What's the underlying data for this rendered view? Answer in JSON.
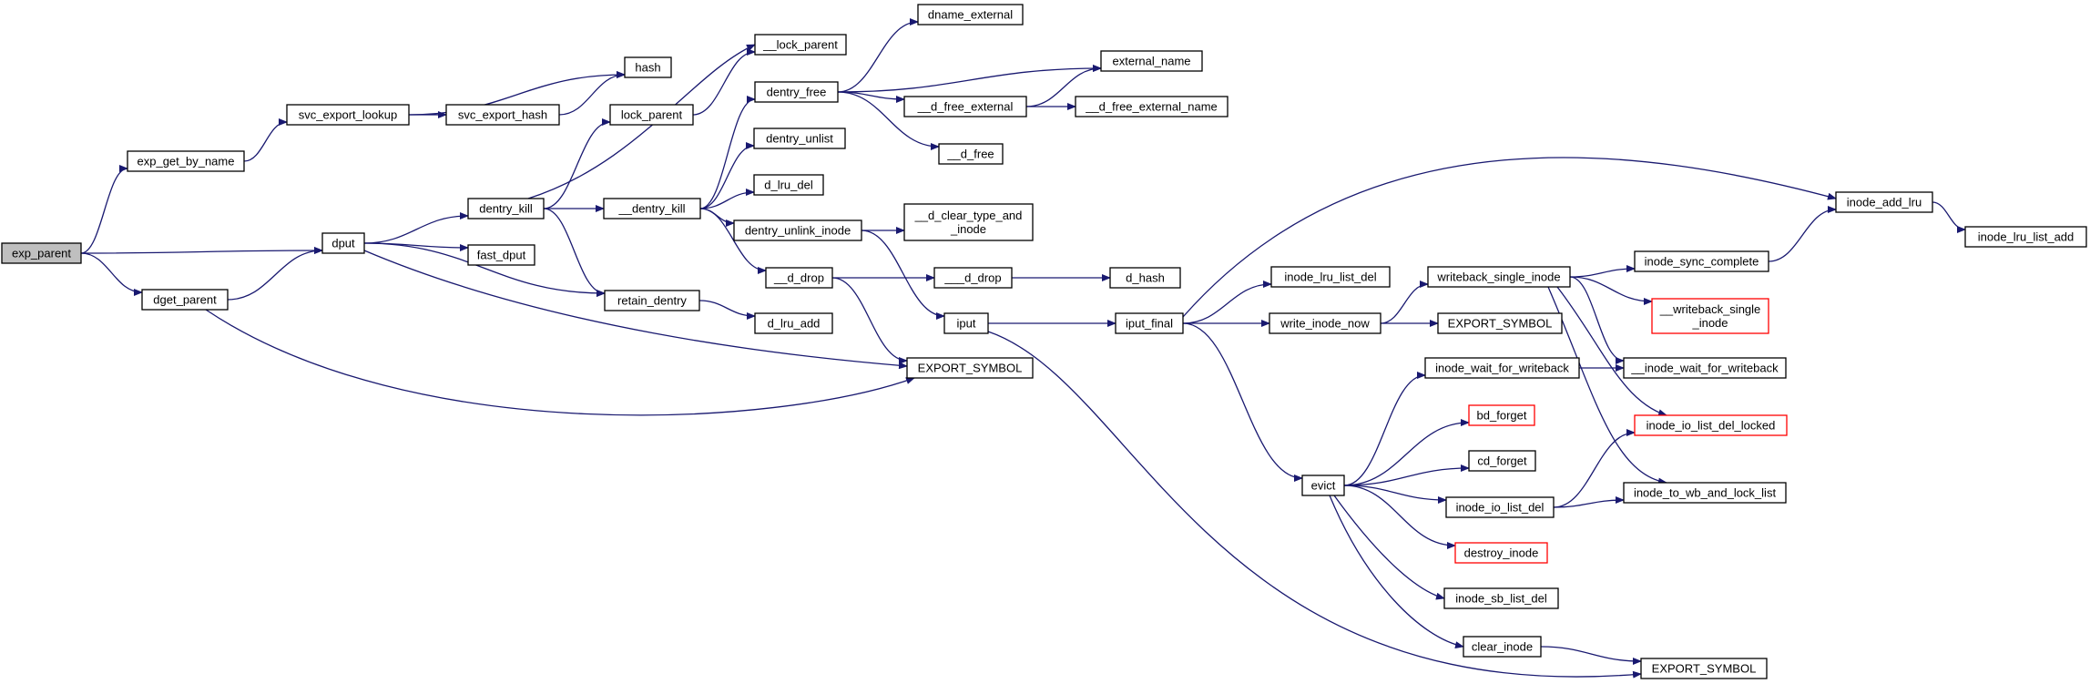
{
  "graph": {
    "colors": {
      "edge": "#191970",
      "root_fill": "#bfbfbf",
      "truncated_border": "#ff0000",
      "node_border": "#000000"
    },
    "nodes": [
      {
        "id": "exp_parent",
        "lines": [
          "exp_parent"
        ],
        "kind": "root"
      },
      {
        "id": "exp_get_by_name",
        "lines": [
          "exp_get_by_name"
        ]
      },
      {
        "id": "dget_parent",
        "lines": [
          "dget_parent"
        ]
      },
      {
        "id": "dput",
        "lines": [
          "dput"
        ]
      },
      {
        "id": "svc_export_lookup",
        "lines": [
          "svc_export_lookup"
        ]
      },
      {
        "id": "svc_export_hash",
        "lines": [
          "svc_export_hash"
        ]
      },
      {
        "id": "hash",
        "lines": [
          "hash"
        ]
      },
      {
        "id": "dentry_kill",
        "lines": [
          "dentry_kill"
        ]
      },
      {
        "id": "fast_dput",
        "lines": [
          "fast_dput"
        ]
      },
      {
        "id": "retain_dentry",
        "lines": [
          "retain_dentry"
        ]
      },
      {
        "id": "lock_parent",
        "lines": [
          "lock_parent"
        ]
      },
      {
        "id": "__lock_parent",
        "lines": [
          "__lock_parent"
        ]
      },
      {
        "id": "__dentry_kill",
        "lines": [
          "__dentry_kill"
        ]
      },
      {
        "id": "d_lru_add",
        "lines": [
          "d_lru_add"
        ]
      },
      {
        "id": "EXPORT_SYMBOL_1",
        "lines": [
          "EXPORT_SYMBOL"
        ]
      },
      {
        "id": "dentry_free",
        "lines": [
          "dentry_free"
        ]
      },
      {
        "id": "dentry_unlist",
        "lines": [
          "dentry_unlist"
        ]
      },
      {
        "id": "d_lru_del",
        "lines": [
          "d_lru_del"
        ]
      },
      {
        "id": "dentry_unlink_inode",
        "lines": [
          "dentry_unlink_inode"
        ]
      },
      {
        "id": "__d_drop",
        "lines": [
          "__d_drop"
        ]
      },
      {
        "id": "dname_external",
        "lines": [
          "dname_external"
        ]
      },
      {
        "id": "external_name",
        "lines": [
          "external_name"
        ]
      },
      {
        "id": "__d_free_external",
        "lines": [
          "__d_free_external"
        ]
      },
      {
        "id": "__d_free_external_name",
        "lines": [
          "__d_free_external_name"
        ]
      },
      {
        "id": "__d_free",
        "lines": [
          "__d_free"
        ]
      },
      {
        "id": "__d_clear_type_and_inode",
        "lines": [
          "__d_clear_type_and",
          "_inode"
        ]
      },
      {
        "id": "___d_drop",
        "lines": [
          "___d_drop"
        ]
      },
      {
        "id": "d_hash",
        "lines": [
          "d_hash"
        ]
      },
      {
        "id": "iput",
        "lines": [
          "iput"
        ]
      },
      {
        "id": "iput_final",
        "lines": [
          "iput_final"
        ]
      },
      {
        "id": "inode_lru_list_del",
        "lines": [
          "inode_lru_list_del"
        ]
      },
      {
        "id": "write_inode_now",
        "lines": [
          "write_inode_now"
        ]
      },
      {
        "id": "writeback_single_inode",
        "lines": [
          "writeback_single_inode"
        ]
      },
      {
        "id": "EXPORT_SYMBOL_2",
        "lines": [
          "EXPORT_SYMBOL"
        ]
      },
      {
        "id": "inode_sync_complete",
        "lines": [
          "inode_sync_complete"
        ]
      },
      {
        "id": "inode_add_lru",
        "lines": [
          "inode_add_lru"
        ]
      },
      {
        "id": "inode_lru_list_add",
        "lines": [
          "inode_lru_list_add"
        ]
      },
      {
        "id": "__writeback_single_inode",
        "lines": [
          "__writeback_single",
          "_inode"
        ],
        "kind": "truncated"
      },
      {
        "id": "evict",
        "lines": [
          "evict"
        ]
      },
      {
        "id": "inode_wait_for_writeback",
        "lines": [
          "inode_wait_for_writeback"
        ]
      },
      {
        "id": "__inode_wait_for_writeback",
        "lines": [
          "__inode_wait_for_writeback"
        ]
      },
      {
        "id": "bd_forget",
        "lines": [
          "bd_forget"
        ],
        "kind": "truncated"
      },
      {
        "id": "inode_io_list_del_locked",
        "lines": [
          "inode_io_list_del_locked"
        ],
        "kind": "truncated"
      },
      {
        "id": "cd_forget",
        "lines": [
          "cd_forget"
        ]
      },
      {
        "id": "inode_io_list_del",
        "lines": [
          "inode_io_list_del"
        ]
      },
      {
        "id": "inode_to_wb_and_lock_list",
        "lines": [
          "inode_to_wb_and_lock_list"
        ]
      },
      {
        "id": "destroy_inode",
        "lines": [
          "destroy_inode"
        ],
        "kind": "truncated"
      },
      {
        "id": "inode_sb_list_del",
        "lines": [
          "inode_sb_list_del"
        ]
      },
      {
        "id": "clear_inode",
        "lines": [
          "clear_inode"
        ]
      },
      {
        "id": "EXPORT_SYMBOL_3",
        "lines": [
          "EXPORT_SYMBOL"
        ]
      }
    ],
    "edges": [
      [
        "exp_parent",
        "exp_get_by_name"
      ],
      [
        "exp_parent",
        "dput"
      ],
      [
        "exp_parent",
        "dget_parent"
      ],
      [
        "exp_get_by_name",
        "svc_export_lookup"
      ],
      [
        "svc_export_lookup",
        "hash"
      ],
      [
        "svc_export_lookup",
        "svc_export_hash"
      ],
      [
        "svc_export_hash",
        "hash"
      ],
      [
        "dget_parent",
        "dput"
      ],
      [
        "dget_parent",
        "EXPORT_SYMBOL_1"
      ],
      [
        "dput",
        "dentry_kill"
      ],
      [
        "dput",
        "fast_dput"
      ],
      [
        "dput",
        "retain_dentry"
      ],
      [
        "dput",
        "EXPORT_SYMBOL_1"
      ],
      [
        "dentry_kill",
        "lock_parent"
      ],
      [
        "dentry_kill",
        "__lock_parent"
      ],
      [
        "dentry_kill",
        "__dentry_kill"
      ],
      [
        "dentry_kill",
        "retain_dentry"
      ],
      [
        "lock_parent",
        "__lock_parent"
      ],
      [
        "retain_dentry",
        "d_lru_add"
      ],
      [
        "__dentry_kill",
        "dentry_free"
      ],
      [
        "__dentry_kill",
        "dentry_unlist"
      ],
      [
        "__dentry_kill",
        "d_lru_del"
      ],
      [
        "__dentry_kill",
        "dentry_unlink_inode"
      ],
      [
        "__dentry_kill",
        "__d_drop"
      ],
      [
        "dentry_free",
        "dname_external"
      ],
      [
        "dentry_free",
        "external_name"
      ],
      [
        "dentry_free",
        "__d_free_external"
      ],
      [
        "dentry_free",
        "__d_free"
      ],
      [
        "__d_free_external",
        "external_name"
      ],
      [
        "__d_free_external",
        "__d_free_external_name"
      ],
      [
        "dentry_unlink_inode",
        "__d_clear_type_and_inode"
      ],
      [
        "dentry_unlink_inode",
        "iput"
      ],
      [
        "__d_drop",
        "___d_drop"
      ],
      [
        "__d_drop",
        "EXPORT_SYMBOL_1"
      ],
      [
        "___d_drop",
        "d_hash"
      ],
      [
        "iput",
        "iput_final"
      ],
      [
        "iput",
        "EXPORT_SYMBOL_3"
      ],
      [
        "iput_final",
        "inode_add_lru"
      ],
      [
        "iput_final",
        "inode_lru_list_del"
      ],
      [
        "iput_final",
        "write_inode_now"
      ],
      [
        "iput_final",
        "evict"
      ],
      [
        "inode_add_lru",
        "inode_lru_list_add"
      ],
      [
        "write_inode_now",
        "writeback_single_inode"
      ],
      [
        "write_inode_now",
        "EXPORT_SYMBOL_2"
      ],
      [
        "writeback_single_inode",
        "inode_sync_complete"
      ],
      [
        "writeback_single_inode",
        "__writeback_single_inode"
      ],
      [
        "writeback_single_inode",
        "__inode_wait_for_writeback"
      ],
      [
        "writeback_single_inode",
        "inode_io_list_del_locked"
      ],
      [
        "writeback_single_inode",
        "inode_to_wb_and_lock_list"
      ],
      [
        "inode_sync_complete",
        "inode_add_lru"
      ],
      [
        "evict",
        "inode_wait_for_writeback"
      ],
      [
        "evict",
        "bd_forget"
      ],
      [
        "evict",
        "cd_forget"
      ],
      [
        "evict",
        "inode_io_list_del"
      ],
      [
        "evict",
        "destroy_inode"
      ],
      [
        "evict",
        "inode_sb_list_del"
      ],
      [
        "evict",
        "clear_inode"
      ],
      [
        "inode_wait_for_writeback",
        "__inode_wait_for_writeback"
      ],
      [
        "inode_io_list_del",
        "inode_io_list_del_locked"
      ],
      [
        "inode_io_list_del",
        "inode_to_wb_and_lock_list"
      ],
      [
        "clear_inode",
        "EXPORT_SYMBOL_3"
      ]
    ]
  }
}
